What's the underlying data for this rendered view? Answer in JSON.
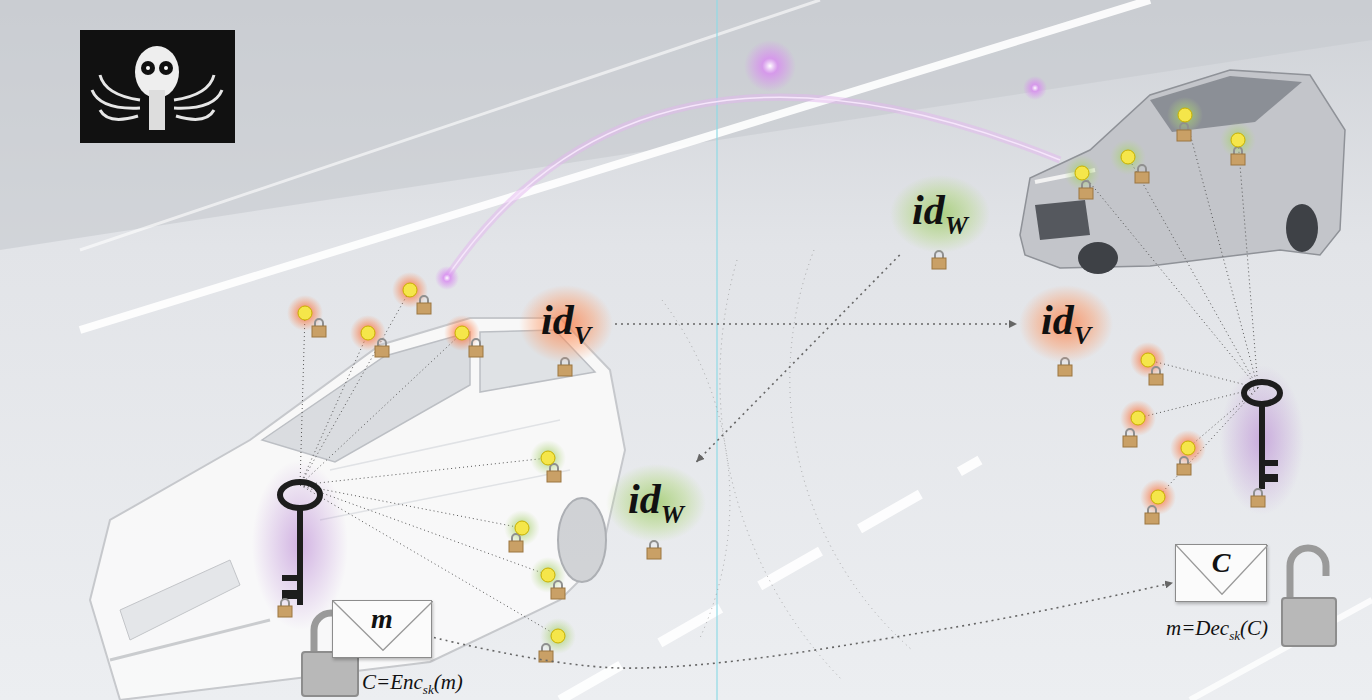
{
  "diagram": {
    "nodes": [
      {
        "text": [
          "id",
          "V"
        ]
      },
      {
        "text": [
          "id",
          "W"
        ]
      },
      {
        "text": [
          "m"
        ]
      },
      {
        "text": [
          "id",
          "W"
        ]
      },
      {
        "text": [
          "id",
          "V"
        ]
      },
      {
        "text": [
          "C"
        ]
      }
    ],
    "edges": [
      {
        "from": 0,
        "to": 4,
        "arrow": "to"
      },
      {
        "from": 3,
        "to": 1,
        "arrow": "to"
      },
      {
        "from": 2,
        "to": 5,
        "arrow": "to"
      }
    ],
    "labels": [
      "C=Enc",
      "sk",
      "(m)",
      "m=Dec",
      "sk",
      "(C)"
    ]
  }
}
